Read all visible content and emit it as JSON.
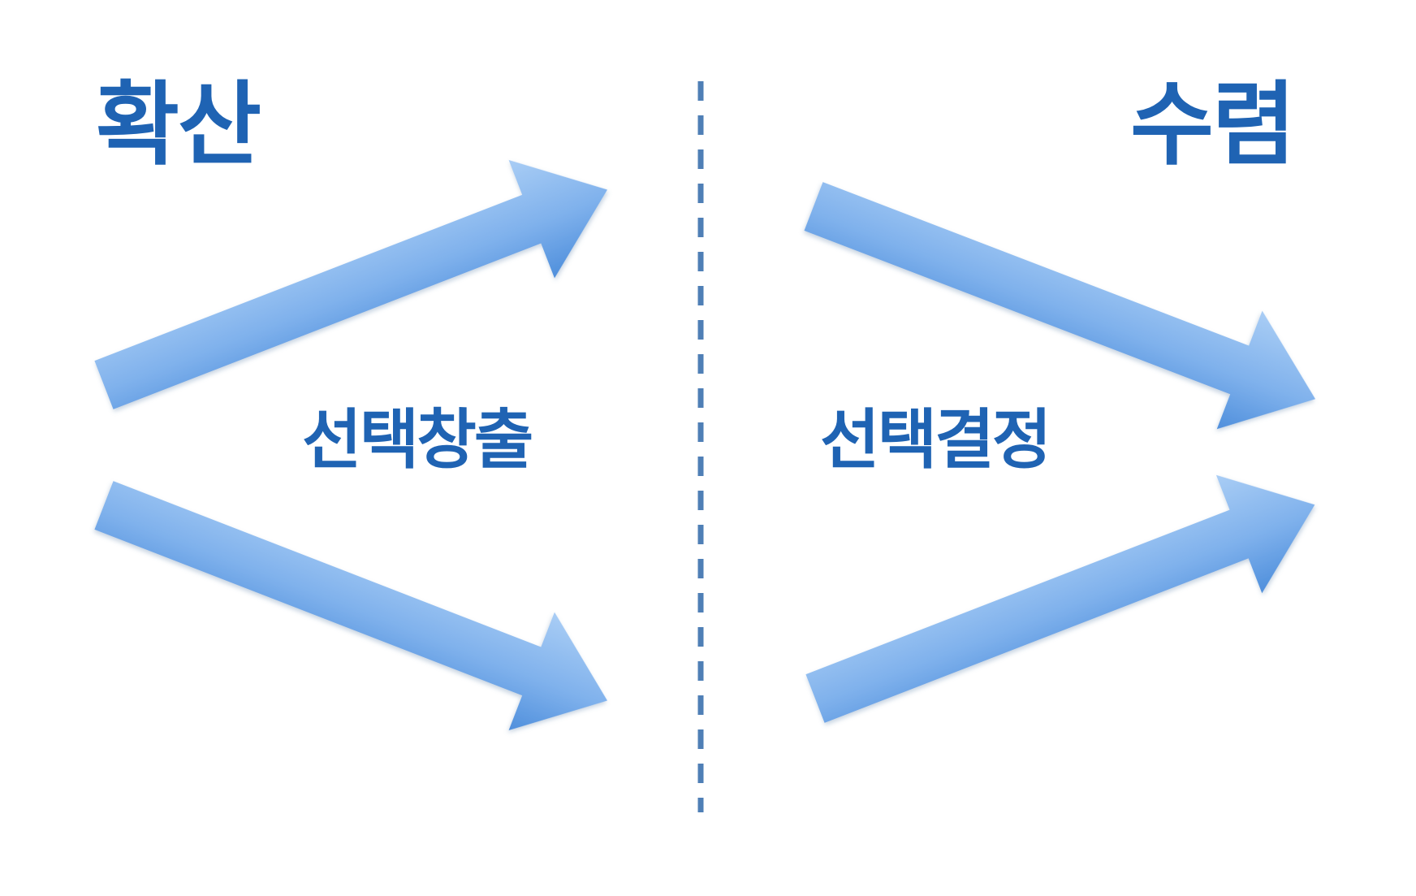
{
  "diagram": {
    "left_section": {
      "title": "확산",
      "subtitle": "선택창출"
    },
    "right_section": {
      "title": "수렴",
      "subtitle": "선택결정"
    },
    "colors": {
      "text": "#1f63b3",
      "arrow_light": "#9cc4f2",
      "arrow_dark": "#4a8ddc",
      "divider": "#4f7fb6"
    },
    "arrows": [
      {
        "side": "left",
        "direction": "up-right"
      },
      {
        "side": "left",
        "direction": "down-right"
      },
      {
        "side": "right",
        "direction": "down-right"
      },
      {
        "side": "right",
        "direction": "up-right"
      }
    ],
    "divider_style": "dashed"
  }
}
